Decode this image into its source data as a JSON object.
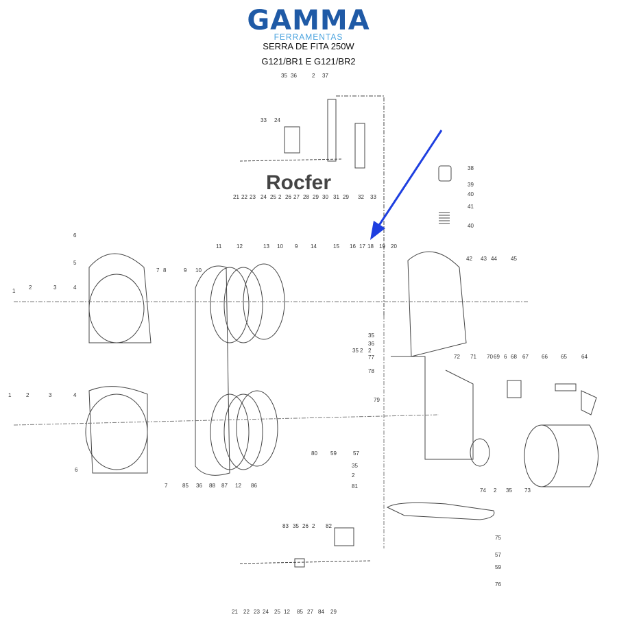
{
  "header": {
    "brand": "GAMMA",
    "brand_sub": "FERRAMENTAS",
    "title_line1": "SERRA DE FITA 250W",
    "title_line2": "G121/BR1 E G121/BR2",
    "brand_color": "#1f5aa6",
    "brand_sub_color": "#4aa3df"
  },
  "watermark": "Rocfer",
  "annotation": {
    "arrow_color": "#1e3fe0",
    "target_part": "18"
  },
  "callouts": {
    "top_guide": [
      "35",
      "36",
      "2",
      "37",
      "33",
      "24",
      "21",
      "22",
      "23",
      "24",
      "25",
      "2",
      "26",
      "27",
      "28",
      "29",
      "30",
      "31",
      "29",
      "32",
      "33"
    ],
    "upper_left": [
      "6",
      "5",
      "1",
      "2",
      "3",
      "4",
      "7",
      "8",
      "9",
      "10"
    ],
    "upper_wheel": [
      "11",
      "12",
      "13",
      "10",
      "9",
      "14",
      "15",
      "16",
      "17",
      "18",
      "19",
      "20"
    ],
    "tension": [
      "38",
      "39",
      "40",
      "41",
      "40",
      "42",
      "43",
      "44",
      "45"
    ],
    "frame": [
      "35",
      "36",
      "2",
      "77",
      "35",
      "2",
      "78",
      "79",
      "80",
      "59",
      "57",
      "35",
      "2",
      "81"
    ],
    "switch": [
      "72",
      "71",
      "70",
      "69",
      "6",
      "68",
      "67",
      "66",
      "65",
      "64"
    ],
    "motor": [
      "74",
      "2",
      "35",
      "73"
    ],
    "lower_left": [
      "1",
      "2",
      "3",
      "4",
      "6",
      "7",
      "85",
      "36",
      "88",
      "87",
      "12",
      "86"
    ],
    "base": [
      "75",
      "57",
      "59",
      "76"
    ],
    "bottom_guide": [
      "83",
      "35",
      "26",
      "2",
      "82",
      "21",
      "22",
      "23",
      "24",
      "25",
      "12",
      "85",
      "27",
      "84",
      "29"
    ]
  }
}
